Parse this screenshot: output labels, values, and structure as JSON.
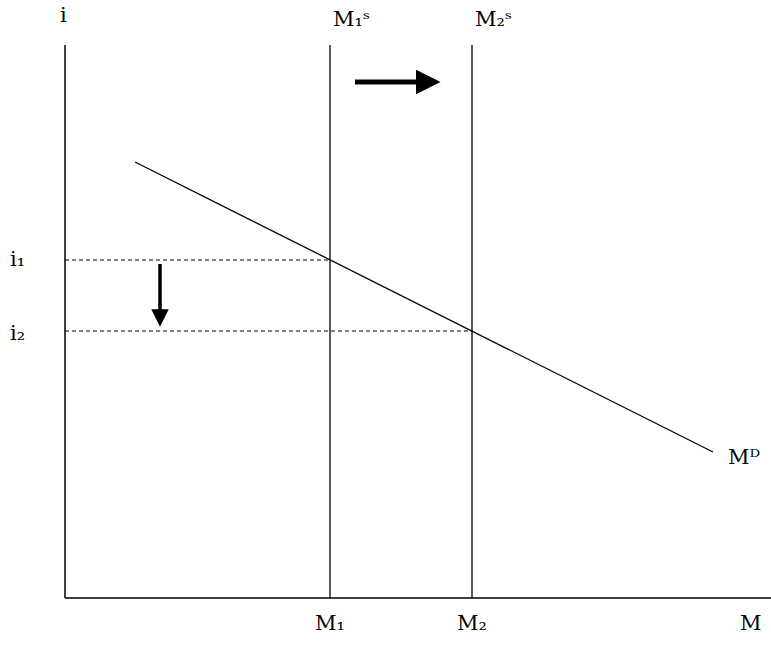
{
  "diagram": {
    "labels": [
      "i",
      "i₁",
      "i₂",
      "M₁ˢ",
      "M₂ˢ",
      "Mᴰ",
      "M₁",
      "M₂",
      "M"
    ]
  }
}
